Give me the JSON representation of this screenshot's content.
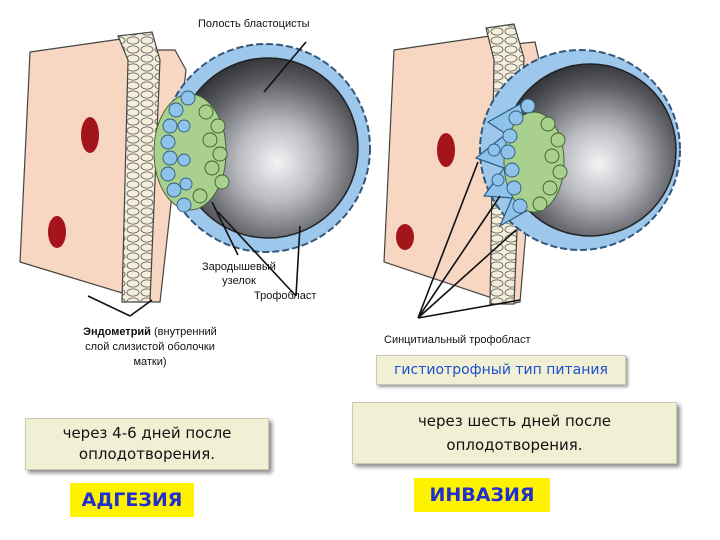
{
  "labels": {
    "blastocyst_cavity": "Полость бластоцисты",
    "embryonic_node_line1": "Зародышевый",
    "embryonic_node_line2": "узелок",
    "trophoblast": "Трофобласт",
    "endometrium_bold": "Эндометрий",
    "endometrium_rest_line1": " (внутренний",
    "endometrium_line2": "слой слизистой оболочки",
    "endometrium_line3": "матки)",
    "syncytiotrophoblast": "Синцитиальный трофобласт"
  },
  "nutrition_type": "гистиотрофный тип питания",
  "left_box": {
    "line1": "через 4-6 дней после",
    "line2": "оплодотворения."
  },
  "right_box": {
    "line1": "через шесть дней после",
    "line2": "оплодотворения."
  },
  "left_stage": "АДГЕЗИЯ",
  "right_stage": "ИНВАЗИЯ",
  "colors": {
    "endometrium": "#f7d7c2",
    "epithelium": "#f3ecd6",
    "blood_vessel": "#a3141b",
    "trophoblast_cells": "#8fc3ea",
    "embryoblast_cells": "#a9d08e",
    "cavity_dark": "#2f3136",
    "stage_label_bg": "#fff200",
    "stage_label_text": "#1f2fd0",
    "box_bg": "#f1f0d4"
  }
}
